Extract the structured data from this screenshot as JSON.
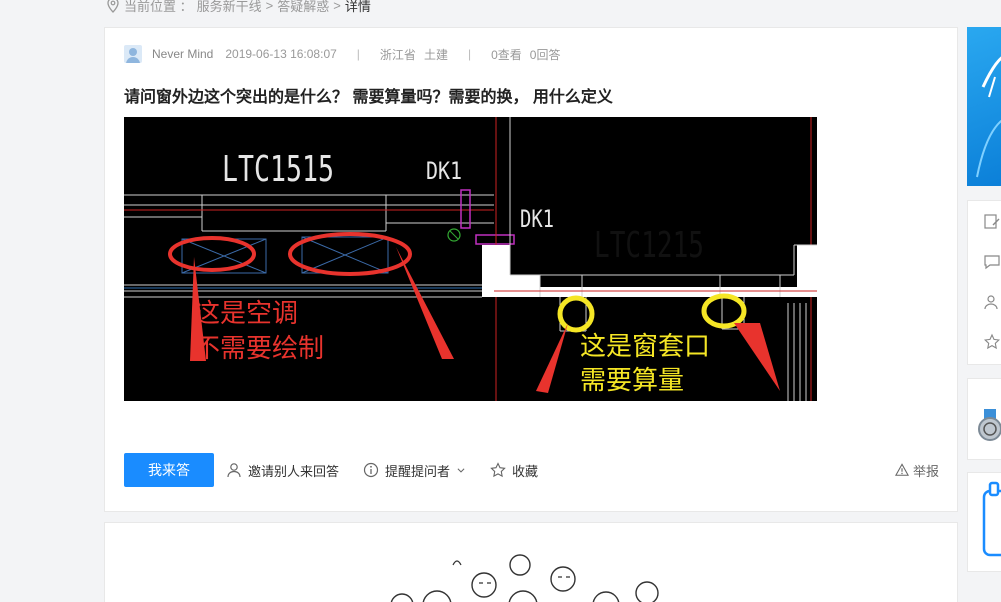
{
  "breadcrumb": {
    "label": "当前位置 ：",
    "items": [
      "服务新干线",
      "答疑解惑"
    ],
    "separator": ">",
    "current": "详情"
  },
  "question": {
    "user": "Never Mind",
    "datetime": "2019-06-13 16:08:07",
    "region": "浙江省",
    "category": "土建",
    "views": "0查看",
    "answers": "0回答",
    "title": "请问窗外边这个突出的是什么？ 需要算量吗？需要的换， 用什么定义"
  },
  "drawing": {
    "labels": {
      "window_left": "LTC1515",
      "dk_left": "DK1",
      "dk_right": "DK1",
      "window_right": "LTC1215"
    },
    "notes_red": [
      "这是空调",
      "不需要绘制"
    ],
    "notes_yellow": [
      "这是窗套口",
      "需要算量"
    ],
    "colors": {
      "red": "#e8332d",
      "yellow": "#f5e625",
      "magenta": "#c030c0"
    }
  },
  "actions": {
    "answer_button": "我来答",
    "invite": "邀请别人来回答",
    "remind": "提醒提问者",
    "favorite": "收藏",
    "report": "举报"
  },
  "colors": {
    "primary": "#1a8cff",
    "page_bg": "#f3f4f6"
  }
}
